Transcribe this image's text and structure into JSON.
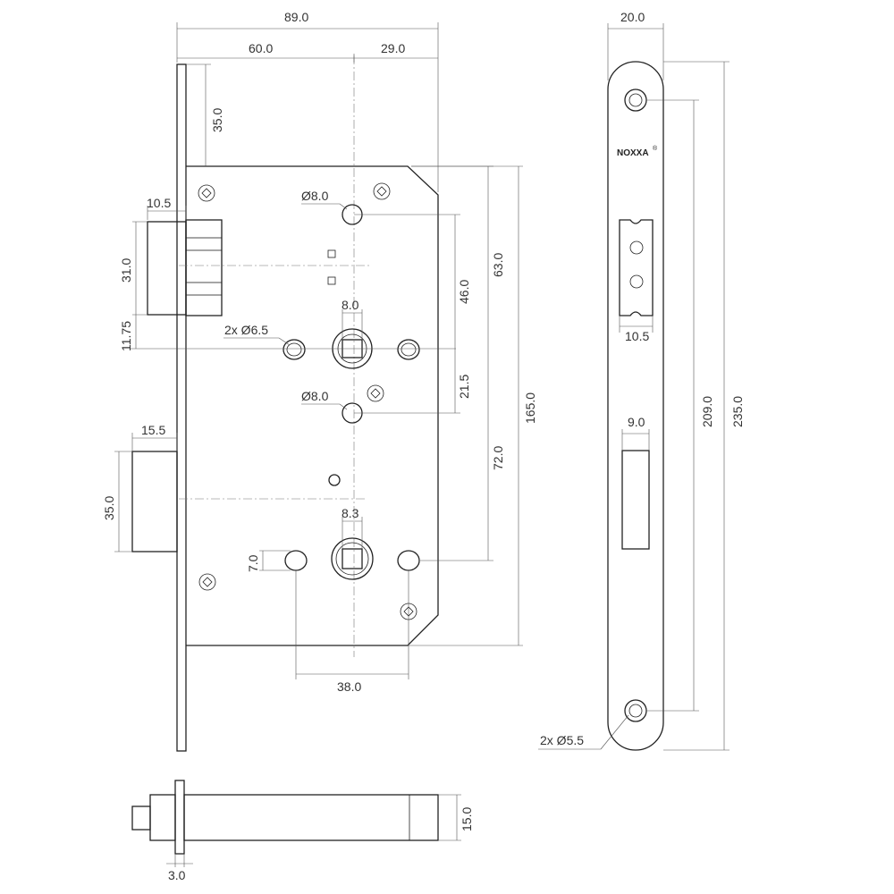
{
  "brand": "NOXXA",
  "brand_mark": "®",
  "labels": {
    "width_total": "89.0",
    "width_backset": "60.0",
    "width_front": "29.0",
    "top_offset": "35.0",
    "latch_width": "10.5",
    "latch_height": "31.0",
    "latch_offset": "11.75",
    "spindle_hole": "2x Ø6.5",
    "hole_top": "Ø8.0",
    "hole_mid": "Ø8.0",
    "square_top": "8.0",
    "square_bottom": "8.3",
    "dist_46": "46.0",
    "dist_63": "63.0",
    "dist_21": "21.5",
    "dist_72": "72.0",
    "dist_165": "165.0",
    "bolt_width": "15.5",
    "bolt_height": "35.0",
    "slot_7": "7.0",
    "dist_38": "38.0",
    "face_width": "20.0",
    "face_latch": "10.5",
    "face_bolt": "9.0",
    "face_209": "209.0",
    "face_235": "235.0",
    "face_screw": "2x Ø5.5",
    "side_15": "15.0",
    "side_3": "3.0"
  }
}
